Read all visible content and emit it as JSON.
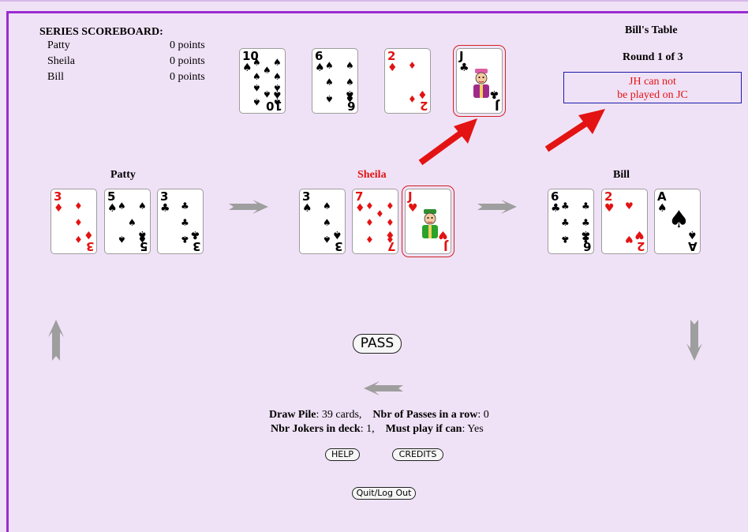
{
  "scoreboard": {
    "title": "SERIES SCOREBOARD:",
    "rows": [
      {
        "name": "Patty",
        "points": "0 points"
      },
      {
        "name": "Sheila",
        "points": "0 points"
      },
      {
        "name": "Bill",
        "points": "0 points"
      }
    ]
  },
  "table": {
    "title": "Bill's Table",
    "round": "Round 1 of 3",
    "message_line1": "JH can not",
    "message_line2": "be played on JC"
  },
  "discard": [
    {
      "rank": "10",
      "suit": "♠",
      "color": "black"
    },
    {
      "rank": "6",
      "suit": "♠",
      "color": "black"
    },
    {
      "rank": "2",
      "suit": "♦",
      "color": "red"
    },
    {
      "rank": "J",
      "suit": "♣",
      "color": "black",
      "face": "jack",
      "selected": true
    }
  ],
  "players": [
    {
      "name": "Patty",
      "active": false,
      "cards": [
        {
          "rank": "3",
          "suit": "♦",
          "color": "red"
        },
        {
          "rank": "5",
          "suit": "♠",
          "color": "black"
        },
        {
          "rank": "3",
          "suit": "♣",
          "color": "black"
        }
      ]
    },
    {
      "name": "Sheila",
      "active": true,
      "cards": [
        {
          "rank": "3",
          "suit": "♠",
          "color": "black"
        },
        {
          "rank": "7",
          "suit": "♦",
          "color": "red"
        },
        {
          "rank": "J",
          "suit": "♥",
          "color": "red",
          "face": "jack",
          "selected": true
        }
      ]
    },
    {
      "name": "Bill",
      "active": false,
      "cards": [
        {
          "rank": "6",
          "suit": "♣",
          "color": "black"
        },
        {
          "rank": "2",
          "suit": "♥",
          "color": "red"
        },
        {
          "rank": "A",
          "suit": "♠",
          "color": "black",
          "ace": true
        }
      ]
    }
  ],
  "buttons": {
    "pass": "PASS",
    "help": "HELP",
    "credits": "CREDITS",
    "quit": "Quit/Log Out"
  },
  "status": {
    "draw_pile_label": "Draw Pile",
    "draw_pile_value": ": 39 cards,",
    "passes_label": "Nbr of Passes in a row",
    "passes_value": ": 0",
    "jokers_label": "Nbr Jokers in deck",
    "jokers_value": ": 1,",
    "must_play_label": "Must play if can",
    "must_play_value": ": Yes"
  },
  "colors": {
    "background": "#f0e2f6",
    "frame": "#9b2bd1",
    "active_player": "#e31313",
    "arrow_hint": "#e31313",
    "direction_arrow": "#9e9e9e"
  }
}
